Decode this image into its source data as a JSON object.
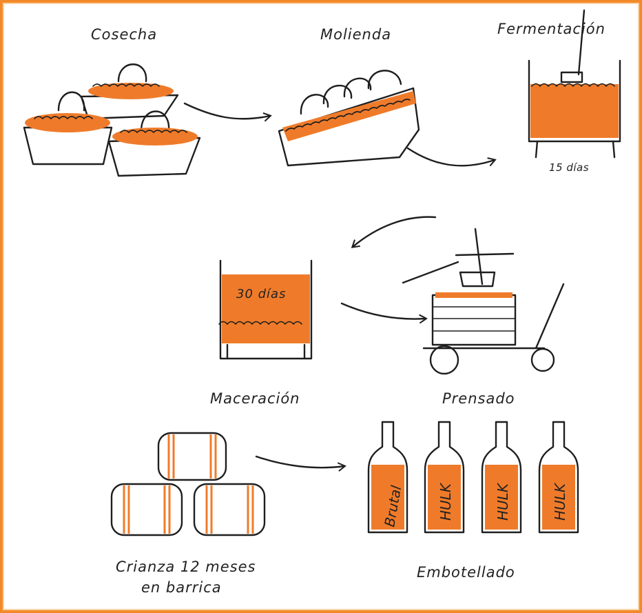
{
  "steps": {
    "cosecha": "Cosecha",
    "molienda": "Molienda",
    "fermentacion": "Fermentación",
    "fermentacion_time": "15 días",
    "maceracion": "Maceración",
    "maceracion_time": "30 días",
    "prensado": "Prensado",
    "crianza_line1": "Crianza 12 meses",
    "crianza_line2": "en barrica",
    "embotellado": "Embotellado"
  },
  "bottles": [
    "Brutal",
    "HULK",
    "HULK",
    "HULK"
  ],
  "colors": {
    "accent": "#ef7b2a",
    "border": "#f28a2a",
    "ink": "#1e1e1e"
  }
}
